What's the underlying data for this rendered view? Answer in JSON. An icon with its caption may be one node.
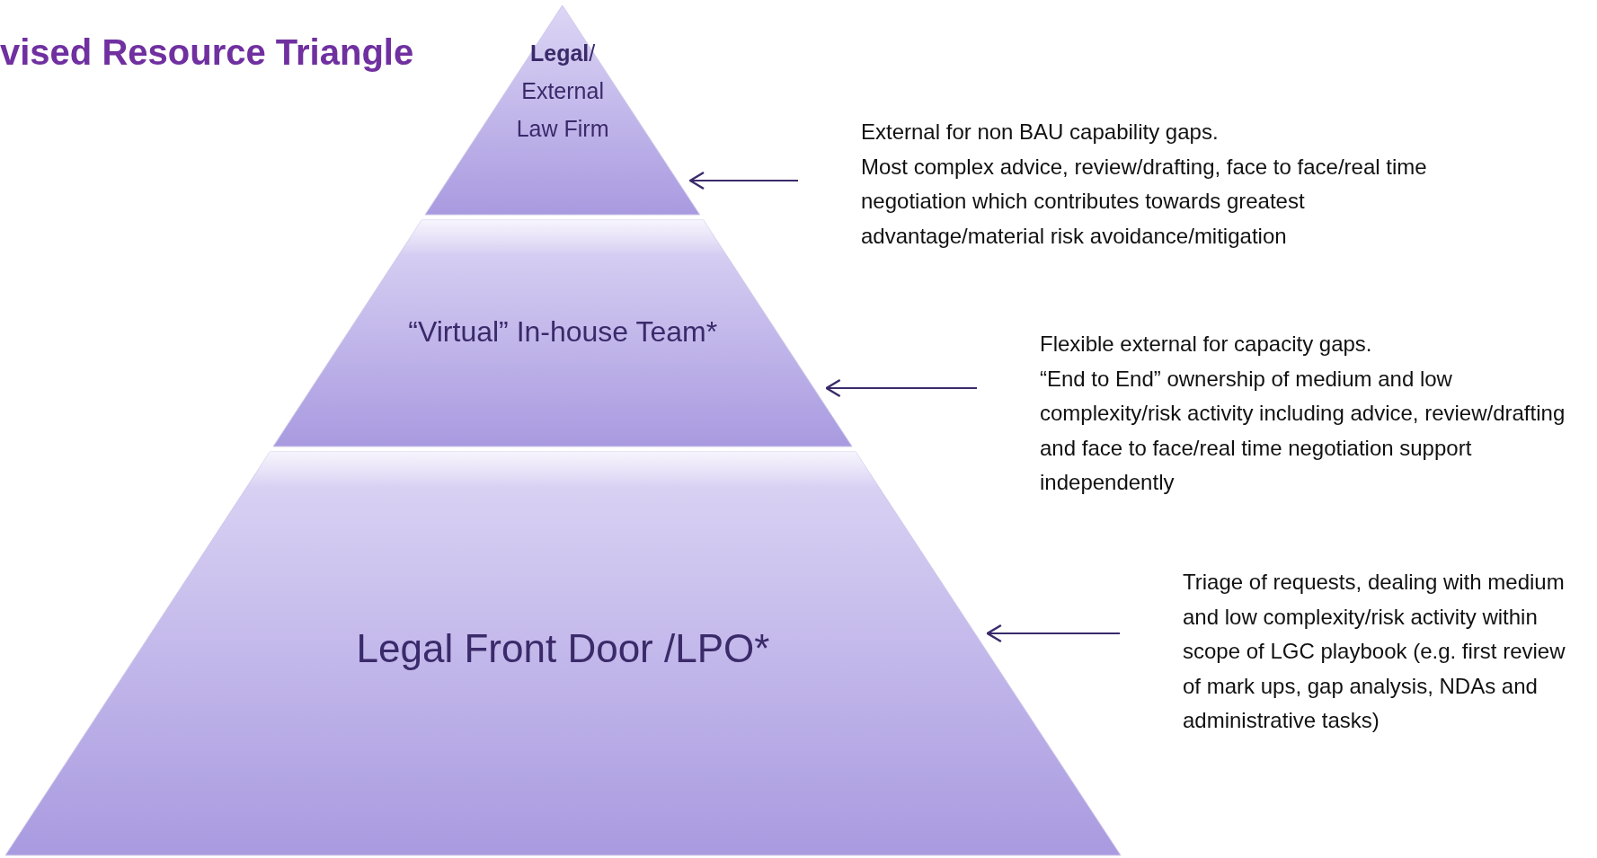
{
  "diagram": {
    "title": "vised Resource Triangle",
    "nodes": [
      {
        "text": [
          "**Legal**/ External Law Firm"
        ]
      },
      {
        "text": [
          "“Virtual” In-house Team*"
        ]
      },
      {
        "text": [
          "Legal Front Door /LPO*"
        ]
      },
      {
        "text": [
          "External for non BAU capability gaps.",
          "Most complex advice, review/drafting, face to face/real time negotiation which contributes towards greatest advantage/material risk avoidance/mitigation"
        ]
      },
      {
        "text": [
          "Flexible external for capacity gaps.",
          "“End to End” ownership of medium and low complexity/risk activity including advice, review/drafting and face to face/real time negotiation support independently"
        ]
      },
      {
        "text": [
          "Triage of requests, dealing with medium and low complexity/risk activity within scope of LGC playbook (e.g. first review of mark ups, gap analysis, NDAs and administrative tasks)"
        ]
      }
    ],
    "edges": [
      {
        "from": 3,
        "to": 0,
        "arrow": "to"
      },
      {
        "from": 4,
        "to": 1,
        "arrow": "to"
      },
      {
        "from": 5,
        "to": 2,
        "arrow": "to"
      }
    ]
  }
}
